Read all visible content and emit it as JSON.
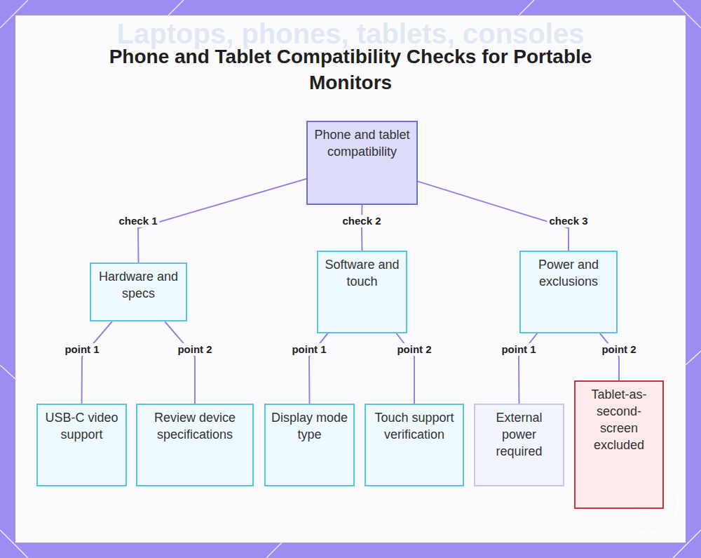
{
  "diagram": {
    "title": "Phone and Tablet Compatibility Checks for Portable Monitors",
    "nodes": [
      {
        "text": [
          "Phone and tablet compatibility"
        ]
      },
      {
        "text": [
          "Hardware and specs"
        ]
      },
      {
        "text": [
          "Software and touch"
        ]
      },
      {
        "text": [
          "Power and exclusions"
        ]
      },
      {
        "text": [
          "USB-C video support"
        ]
      },
      {
        "text": [
          "Review device specifications"
        ]
      },
      {
        "text": [
          "Display mode type"
        ]
      },
      {
        "text": [
          "Touch support verification"
        ]
      },
      {
        "text": [
          "External power required"
        ]
      },
      {
        "text": [
          "Tablet-as-second-screen excluded"
        ]
      }
    ],
    "edges": [
      {
        "from": 0,
        "to": 1,
        "label": "check 1",
        "arrow": "none"
      },
      {
        "from": 0,
        "to": 2,
        "label": "check 2",
        "arrow": "none"
      },
      {
        "from": 0,
        "to": 3,
        "label": "check 3",
        "arrow": "none"
      },
      {
        "from": 1,
        "to": 4,
        "label": "point 1",
        "arrow": "none"
      },
      {
        "from": 1,
        "to": 5,
        "label": "point 2",
        "arrow": "none"
      },
      {
        "from": 2,
        "to": 6,
        "label": "point 1",
        "arrow": "none"
      },
      {
        "from": 2,
        "to": 7,
        "label": "point 2",
        "arrow": "none"
      },
      {
        "from": 3,
        "to": 8,
        "label": "point 1",
        "arrow": "none"
      },
      {
        "from": 3,
        "to": 9,
        "label": "point 2",
        "arrow": "none"
      }
    ],
    "labels": [
      "Laptops, phones, tablets, consoles"
    ]
  }
}
